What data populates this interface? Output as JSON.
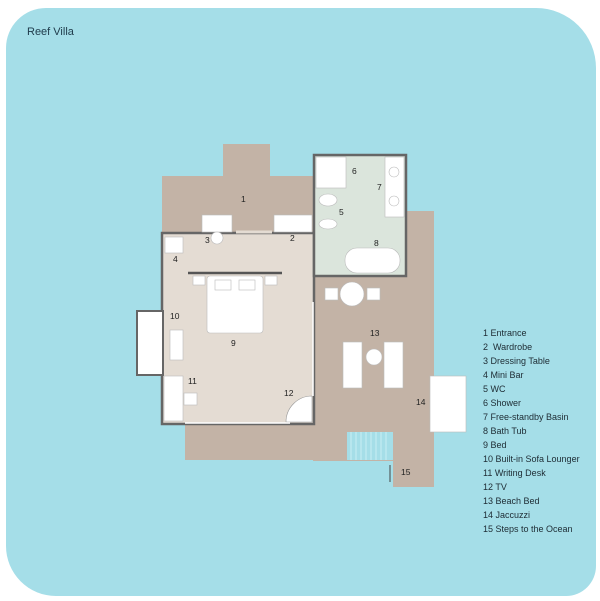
{
  "title": "Reef Villa",
  "plan_labels": [
    "1",
    "2",
    "3",
    "4",
    "5",
    "6",
    "7",
    "8",
    "9",
    "10",
    "11",
    "12",
    "13",
    "14",
    "15"
  ],
  "legend": [
    "1 Entrance",
    "2  Wardrobe",
    "3 Dressing Table",
    "4 Mini Bar",
    "5 WC",
    "6 Shower",
    "7 Free-standby Basin",
    "8 Bath Tub",
    "9 Bed",
    "10 Built-in Sofa Lounger",
    "11 Writing Desk",
    "12 TV",
    "13 Beach Bed",
    "14 Jaccuzzi",
    "15 Steps to the Ocean"
  ],
  "colors": {
    "water": "#a5dee8",
    "deck": "#c3b3a6",
    "bedroom": "#e4dcd3",
    "bathroom": "#dbe5dc",
    "wall": "#666666"
  }
}
